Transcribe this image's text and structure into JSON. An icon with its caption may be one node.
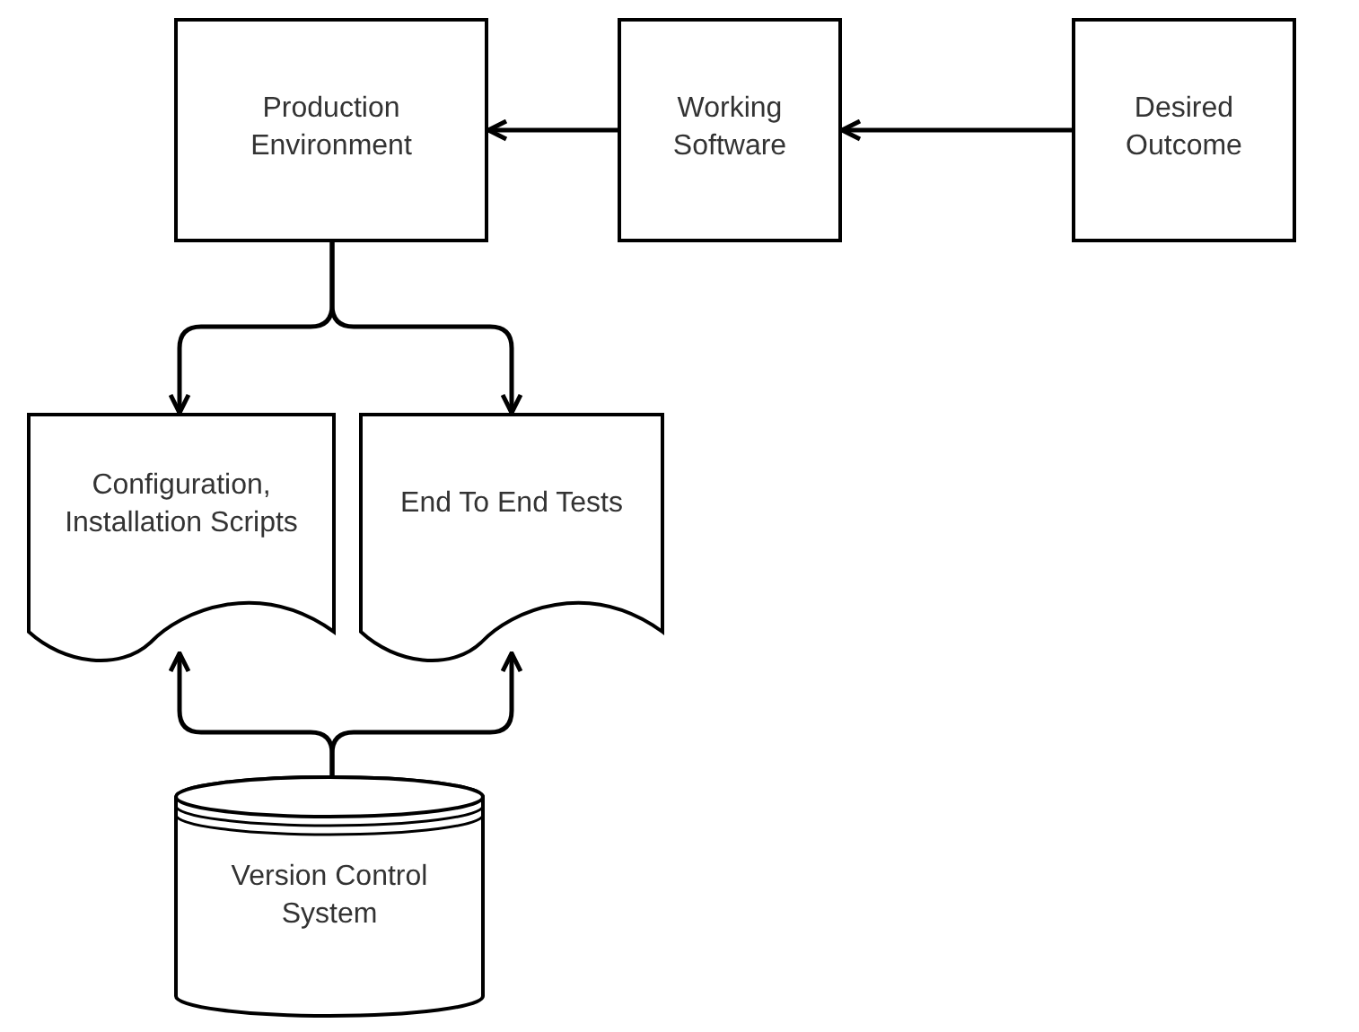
{
  "diagram": {
    "nodes": [
      {
        "text": [
          "Production Environment"
        ]
      },
      {
        "text": [
          "Working Software"
        ]
      },
      {
        "text": [
          "Desired Outcome"
        ]
      },
      {
        "text": [
          "Configuration, Installation Scripts"
        ]
      },
      {
        "text": [
          "End To End Tests"
        ]
      },
      {
        "text": [
          "Version Control System"
        ]
      }
    ],
    "edges": [
      {
        "from": 1,
        "to": 0,
        "arrow": "to"
      },
      {
        "from": 2,
        "to": 1,
        "arrow": "to"
      },
      {
        "from": 0,
        "to": 3,
        "arrow": "to"
      },
      {
        "from": 0,
        "to": 4,
        "arrow": "to"
      },
      {
        "from": 5,
        "to": 3,
        "arrow": "to"
      },
      {
        "from": 5,
        "to": 4,
        "arrow": "to"
      }
    ]
  }
}
